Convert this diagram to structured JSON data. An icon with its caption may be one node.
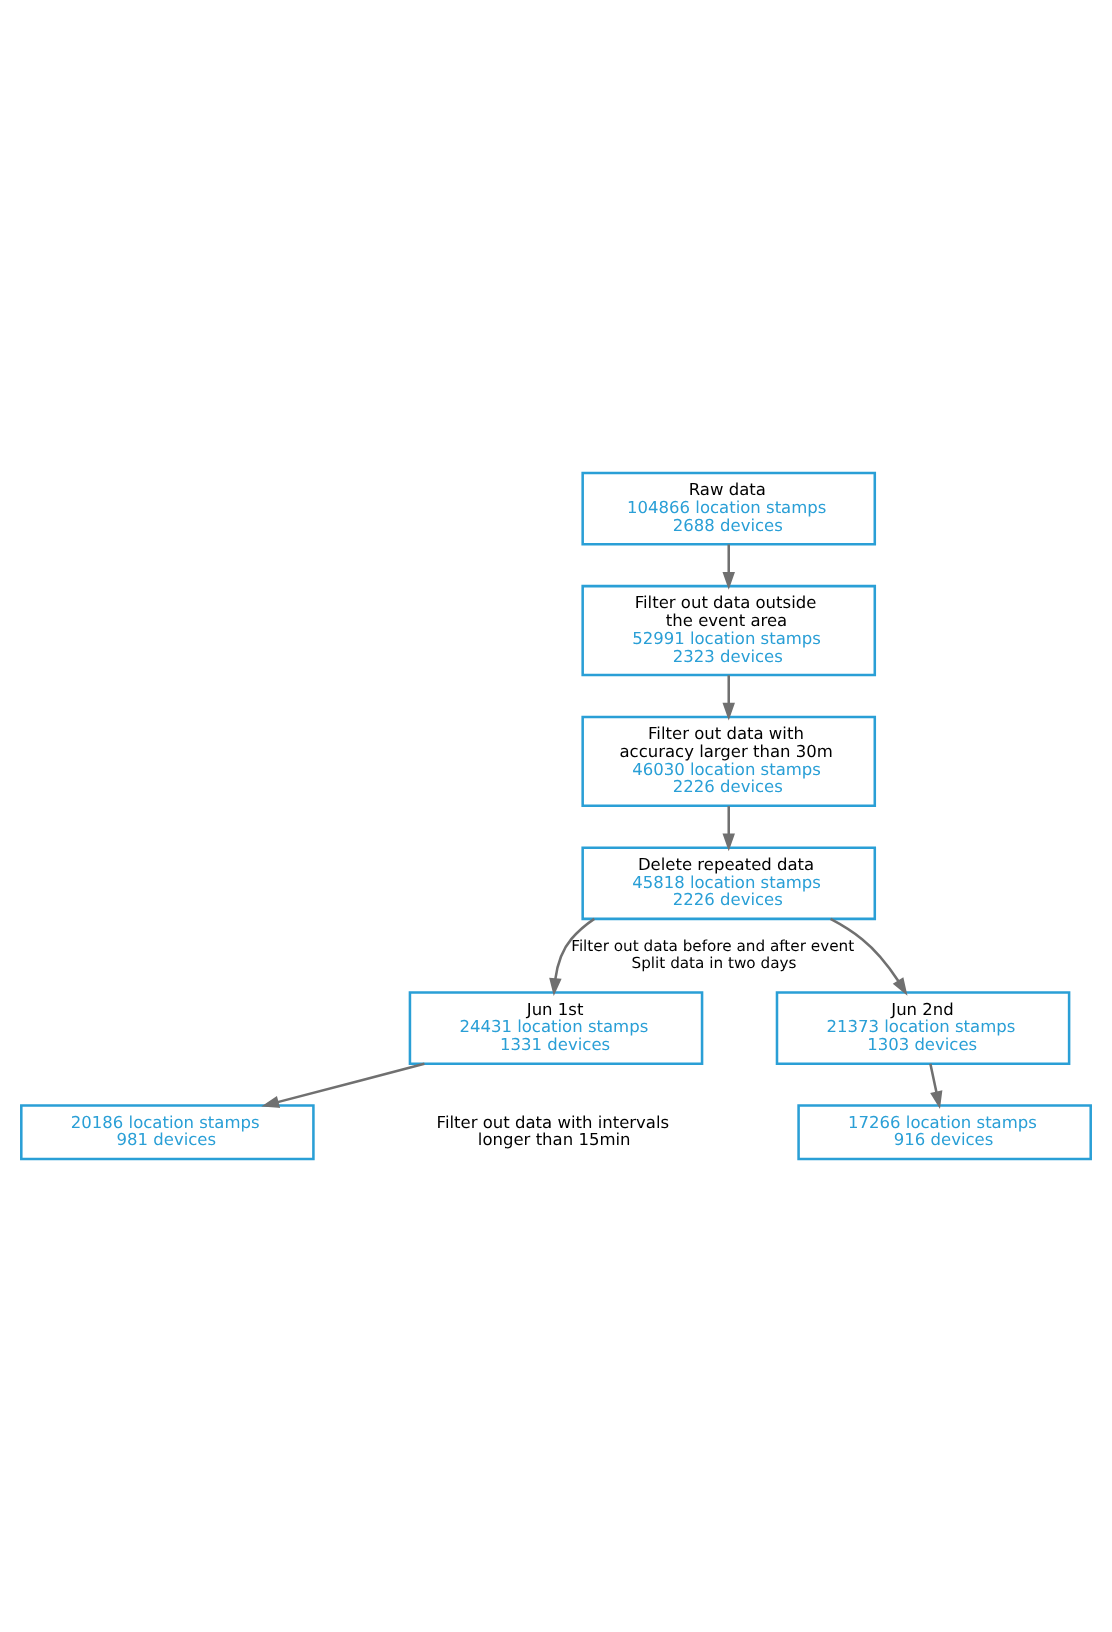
{
  "diagram": {
    "nodes": [
      {
        "text": [
          "Raw data",
          "104866 location stamps",
          "2688 devices"
        ]
      },
      {
        "text": [
          "Filter out data outside the event area",
          "52991 location stamps",
          "2323 devices"
        ]
      },
      {
        "text": [
          "Filter out data with accuracy larger than 30m",
          "46030 location stamps",
          "2226 devices"
        ]
      },
      {
        "text": [
          "Delete repeated data",
          "45818 location stamps",
          "2226 devices"
        ]
      },
      {
        "text": [
          "Jun 1st",
          "24431 location stamps",
          "1331 devices"
        ]
      },
      {
        "text": [
          "Jun 2nd",
          "21373 location stamps",
          "1303 devices"
        ]
      },
      {
        "text": [
          "20186 location stamps",
          "981 devices"
        ]
      },
      {
        "text": [
          "17266 location stamps",
          "916 devices"
        ]
      }
    ],
    "edges": [
      {
        "from": 0,
        "to": 1,
        "arrow": "to"
      },
      {
        "from": 1,
        "to": 2,
        "arrow": "to"
      },
      {
        "from": 2,
        "to": 3,
        "arrow": "to"
      },
      {
        "from": 3,
        "to": 4,
        "arrow": "to",
        "label": "Filter out data before and after event Split data in two days"
      },
      {
        "from": 3,
        "to": 5,
        "arrow": "to"
      },
      {
        "from": 4,
        "to": 6,
        "arrow": "to"
      },
      {
        "from": 5,
        "to": 7,
        "arrow": "to"
      }
    ],
    "labels": [
      "Filter out data with intervals longer than 15min"
    ]
  }
}
